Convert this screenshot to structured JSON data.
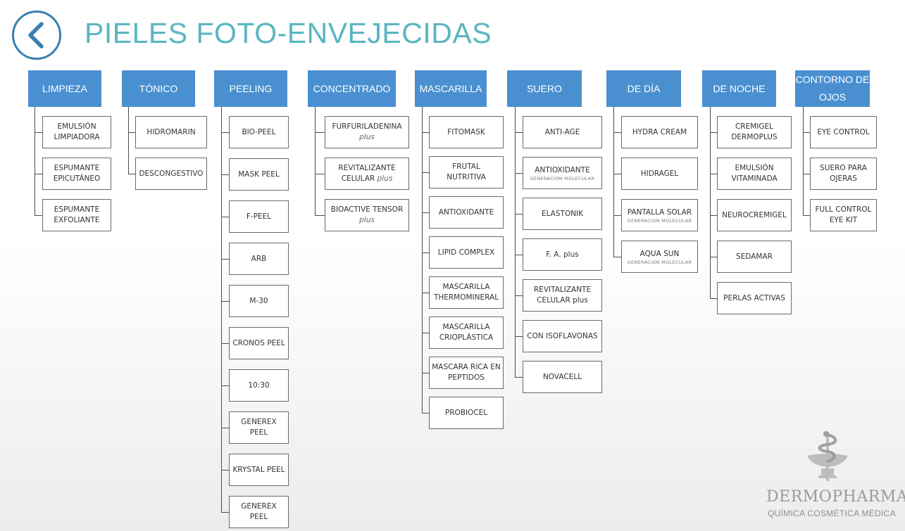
{
  "title": "PIELES FOTO-ENVEJECIDAS",
  "colors": {
    "accent": "#4a90d1",
    "title": "#5ab6c0",
    "back": "#3a7fb0"
  },
  "columns": [
    {
      "label": "LIMPIEZA",
      "items": [
        {
          "text": "EMULSIÓN LIMPIADORA"
        },
        {
          "text": "ESPUMANTE EPICUTÁNEO"
        },
        {
          "text": "ESPUMANTE EXFOLIANTE"
        }
      ]
    },
    {
      "label": "TÓNICO",
      "items": [
        {
          "text": "HIDROMARIN"
        },
        {
          "text": "DESCONGESTIVO"
        }
      ]
    },
    {
      "label": "PEELING",
      "items": [
        {
          "text": "BIO-PEEL"
        },
        {
          "text": "MASK PEEL"
        },
        {
          "text": "F-PEEL"
        },
        {
          "text": "ARB"
        },
        {
          "text": "M-30"
        },
        {
          "text": "CRONOS PEEL"
        },
        {
          "text": "10:30"
        },
        {
          "text": "GENEREX PEEL"
        },
        {
          "text": "KRYSTAL PEEL"
        },
        {
          "text": "GENEREX PEEL"
        }
      ]
    },
    {
      "label": "CONCENTRADO",
      "items": [
        {
          "text": "FURFURILADENINA",
          "sub": "plus"
        },
        {
          "text": "REVITALIZANTE CELULAR",
          "sub": "plus",
          "inline": true
        },
        {
          "text": "BIOACTIVE TENSOR",
          "sub": "plus"
        }
      ]
    },
    {
      "label": "MASCARILLA",
      "items": [
        {
          "text": "FITOMASK"
        },
        {
          "text": "FRUTAL NUTRITIVA"
        },
        {
          "text": "ANTIOXIDANTE"
        },
        {
          "text": "LIPID COMPLEX"
        },
        {
          "text": "MASCARILLA THERMOMINERAL"
        },
        {
          "text": "MASCARILLA CRIOPLÁSTICA"
        },
        {
          "text": "MASCARA RICA EN PEPTIDOS"
        },
        {
          "text": "PROBIOCEL"
        }
      ]
    },
    {
      "label": "SUERO",
      "items": [
        {
          "text": "ANTI-AGE"
        },
        {
          "text": "ANTIOXIDANTE",
          "sub2": "GENERACION  MOLECULAR"
        },
        {
          "text": "ELASTONIK"
        },
        {
          "text": "F. A. plus"
        },
        {
          "text": "REVITALIZANTE CELULAR plus"
        },
        {
          "text": "CON ISOFLAVONAS"
        },
        {
          "text": "NOVACELL"
        }
      ]
    },
    {
      "label": "DE DÍA",
      "items": [
        {
          "text": "HYDRA CREAM"
        },
        {
          "text": "HIDRAGEL"
        },
        {
          "text": "PANTALLA SOLAR",
          "sub2": "GENERACION  MOLECULAR"
        },
        {
          "text": "AQUA SUN",
          "sub2": "GENERACION  MOLECULAR"
        }
      ]
    },
    {
      "label": "DE NOCHE",
      "items": [
        {
          "text": "CREMIGEL DERMOPLUS"
        },
        {
          "text": "EMULSIÓN VITAMINADA"
        },
        {
          "text": "NEUROCREMIGEL"
        },
        {
          "text": "SEDAMAR"
        },
        {
          "text": "PERLAS ACTIVAS"
        }
      ]
    },
    {
      "label": "CONTORNO DE OJOS",
      "items": [
        {
          "text": "EYE CONTROL"
        },
        {
          "text": "SUERO PARA OJERAS"
        },
        {
          "text": "FULL CONTROL EYE KIT"
        }
      ]
    }
  ],
  "logo": {
    "name": "DERMOPHARMA",
    "registered": "®",
    "tagline": "QUÍMICA COSMÉTICA MÉDICA"
  }
}
